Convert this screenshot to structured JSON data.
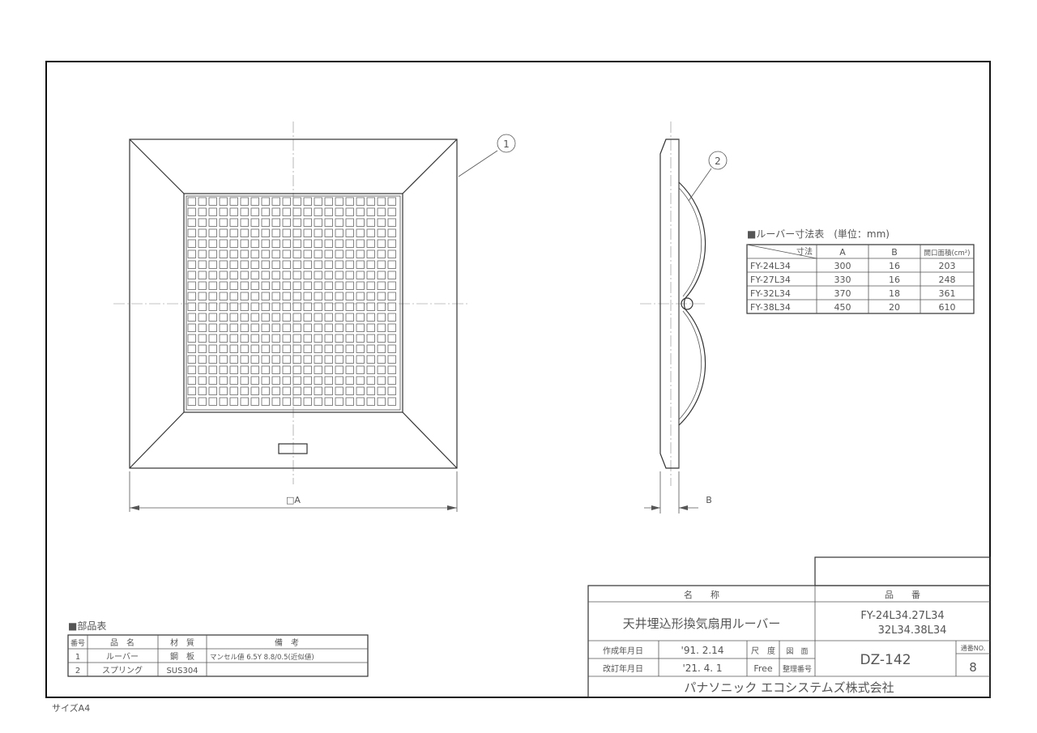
{
  "view_labels": {
    "front_part_no": "1",
    "side_part_no": "2",
    "dim_a": "□A",
    "dim_b": "B"
  },
  "size_table": {
    "title": "■ルーバー寸法表　(単位：mm)",
    "corner_label": "寸法",
    "headers": [
      "A",
      "B",
      "開口面積(cm²)"
    ],
    "rows": [
      {
        "model": "FY-24L34",
        "a": "300",
        "b": "16",
        "area": "203"
      },
      {
        "model": "FY-27L34",
        "a": "330",
        "b": "16",
        "area": "248"
      },
      {
        "model": "FY-32L34",
        "a": "370",
        "b": "18",
        "area": "361"
      },
      {
        "model": "FY-38L34",
        "a": "450",
        "b": "20",
        "area": "610"
      }
    ]
  },
  "parts_table": {
    "title": "■部品表",
    "headers": [
      "番号",
      "品　名",
      "材　質",
      "備　考"
    ],
    "rows": [
      {
        "no": "1",
        "name": "ルーバー",
        "material": "鋼　板",
        "note": "マンセル値 6.5Y 8.8/0.5(近似値)"
      },
      {
        "no": "2",
        "name": "スプリング",
        "material": "SUS304",
        "note": ""
      }
    ]
  },
  "title_block": {
    "name_header": "名　　称",
    "name_value": "天井埋込形換気扇用ルーバー",
    "part_header": "品　　番",
    "part_line1": "FY-24L34.27L34",
    "part_line2": "32L34.38L34",
    "created_label": "作成年月日",
    "created_value": "'91. 2.14",
    "revised_label": "改訂年月日",
    "revised_value": "'21. 4. 1",
    "scale_label": "尺　度",
    "scale_value": "Free",
    "drawing_label": "図　面",
    "management_label": "整理番号",
    "drawing_no": "DZ-142",
    "sheet_label": "通番NO.",
    "sheet_no": "8",
    "company": "パナソニック エコシステムズ株式会社"
  },
  "paper_size": "サイズA4"
}
